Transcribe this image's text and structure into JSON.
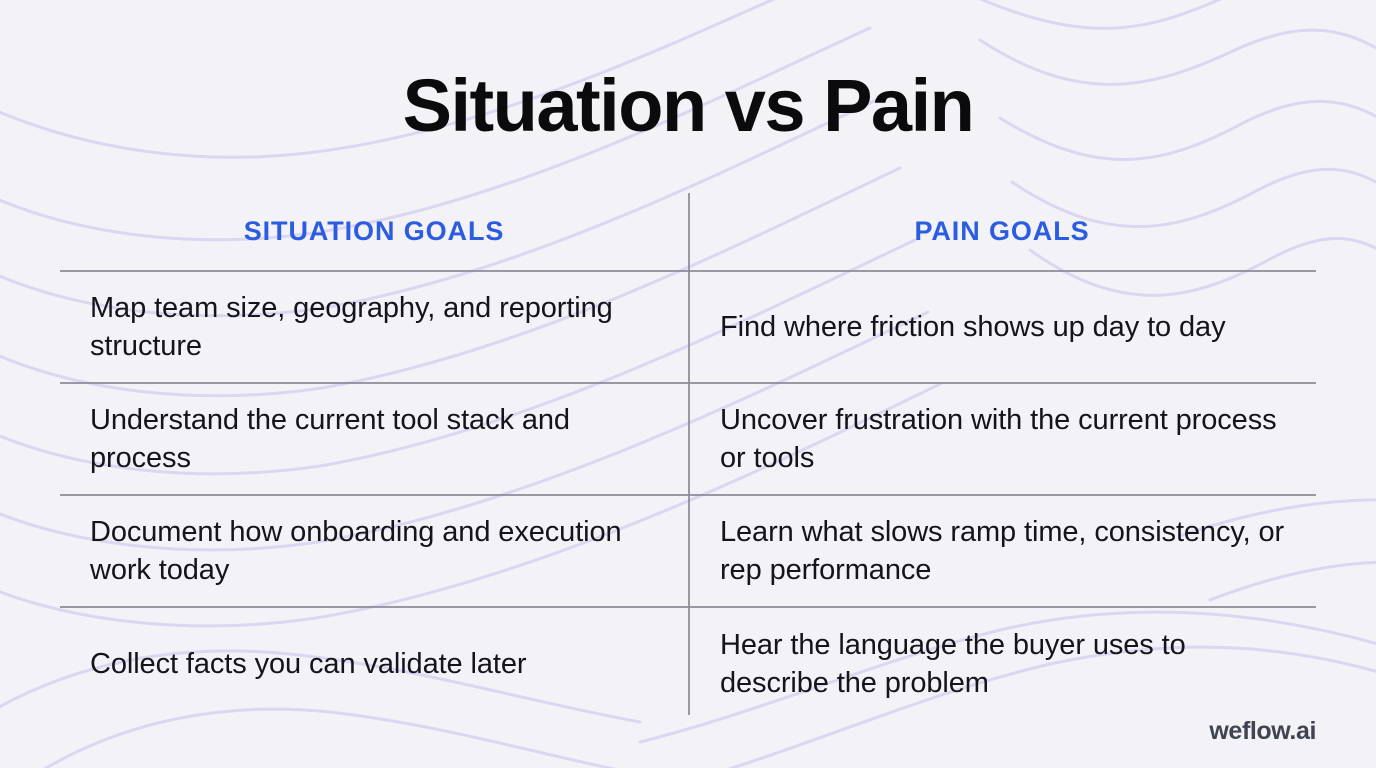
{
  "slide": {
    "title": "Situation vs Pain",
    "background_color": "#f2f2f7",
    "accent_color": "#2c5ce0",
    "wave_color": "#ddd6f2",
    "rule_color": "#8a8a95",
    "title_color": "#0b0b0d"
  },
  "table": {
    "columns": [
      {
        "header": "SITUATION GOALS"
      },
      {
        "header": "PAIN GOALS"
      }
    ],
    "rows": [
      {
        "situation": "Map team size, geography, and reporting structure",
        "pain": "Find where friction shows up day to day"
      },
      {
        "situation": "Understand the current tool stack and process",
        "pain": "Uncover frustration with the current process or tools"
      },
      {
        "situation": "Document how onboarding and execution work today",
        "pain": "Learn what slows ramp time, consistency, or rep performance"
      },
      {
        "situation": "Collect facts you can validate later",
        "pain": "Hear the language the buyer uses to describe the problem"
      }
    ]
  },
  "footer": {
    "logo_text": "weflow.ai"
  }
}
